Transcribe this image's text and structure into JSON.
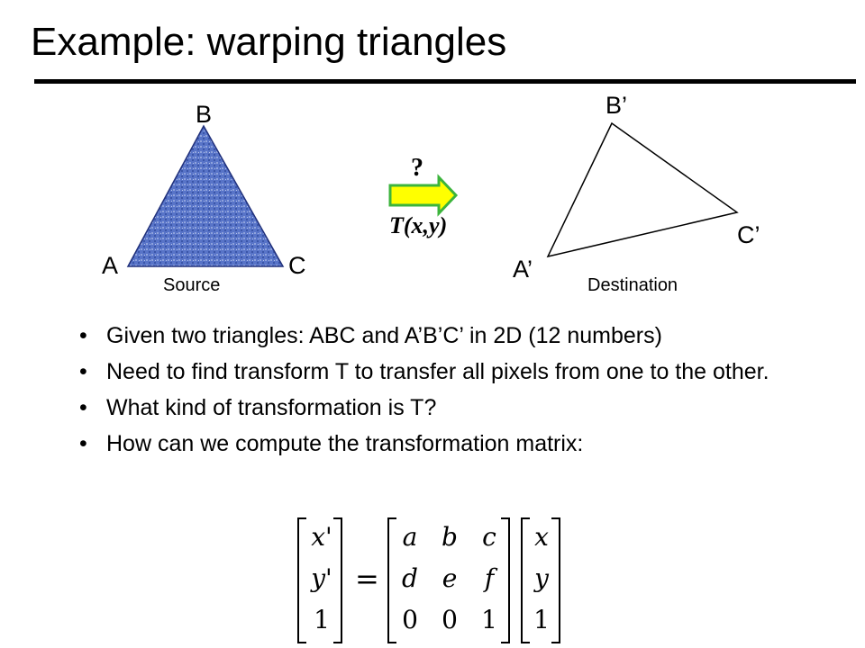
{
  "slide": {
    "title": "Example: warping triangles"
  },
  "diagram": {
    "source": {
      "vertex_a": "A",
      "vertex_b": "B",
      "vertex_c": "C",
      "caption": "Source",
      "fill_color": "#4f6fc4"
    },
    "destination": {
      "vertex_a": "A’",
      "vertex_b": "B’",
      "vertex_c": "C’",
      "caption": "Destination"
    },
    "arrow": {
      "question": "?",
      "transform_label": "T(x,y)",
      "fill_color": "#ffff00",
      "border_color": "#3cb43c"
    }
  },
  "bullets": [
    "Given two triangles: ABC and A’B’C’ in 2D (12 numbers)",
    "Need to find transform T to transfer all pixels from one to the other.",
    "What kind of transformation is T?",
    "How can we compute the transformation matrix:"
  ],
  "equation": {
    "lhs": [
      "x'",
      "y'",
      "1"
    ],
    "equals": "=",
    "matrix": [
      [
        "a",
        "b",
        "c"
      ],
      [
        "d",
        "e",
        "f"
      ],
      [
        "0",
        "0",
        "1"
      ]
    ],
    "rhs": [
      "x",
      "y",
      "1"
    ]
  }
}
